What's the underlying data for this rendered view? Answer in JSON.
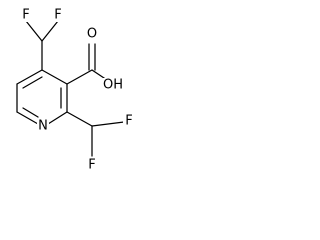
{
  "molecule": {
    "atoms": {
      "f_top_left": "F",
      "f_top_right": "F",
      "oh": "OH",
      "o_carbonyl": "O",
      "n_ring": "N",
      "f_bottom_right": "F",
      "f_bottom": "F"
    },
    "colors": {
      "bond": "#000000",
      "text": "#000000",
      "background": "#ffffff"
    }
  }
}
